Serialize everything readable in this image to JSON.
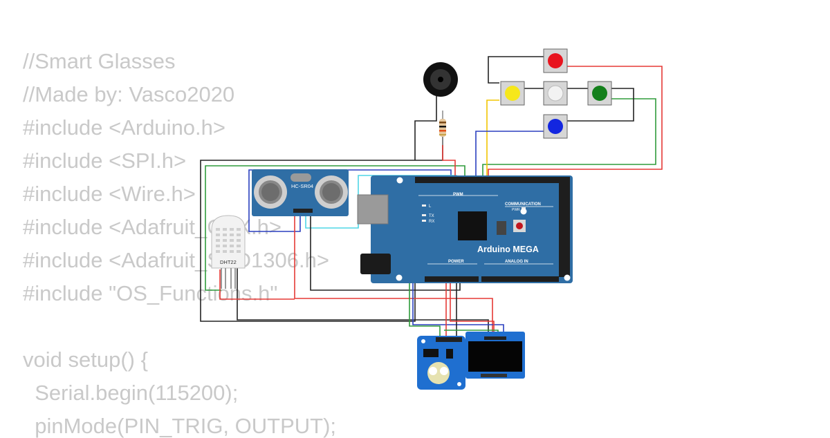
{
  "code_lines": [
    "//Smart Glasses",
    "//Made by: Vasco2020",
    "#include <Arduino.h>",
    "#include <SPI.h>",
    "#include <Wire.h>",
    "#include <Adafruit_GFX.h>",
    "#include <Adafruit_SSD1306.h>",
    "#include \"OS_Functions.h\"",
    "",
    "void setup() {",
    "  Serial.begin(115200);",
    "  pinMode(PIN_TRIG, OUTPUT);"
  ],
  "components": {
    "sensor_label": "HC-SR04",
    "dht_label": "DHT22",
    "arduino_label": "Arduino MEGA",
    "pwm_label": "PWM",
    "communication_label": "COMMUNICATION",
    "power_label": "POWER",
    "analog_label": "ANALOG IN",
    "pwr_label": "PWR",
    "led_l": "L",
    "led_tx": "TX",
    "led_rx": "RX"
  },
  "colors": {
    "code_text": "#c9c9c9",
    "board": "#2f6ea5",
    "wire_red": "#e53935",
    "wire_green": "#2e9b3a",
    "wire_blue": "#2a3fbf",
    "wire_black": "#222222",
    "wire_cyan": "#4fd6e6",
    "wire_yellow": "#f2c500",
    "button_red": "#e8141e",
    "button_yellow": "#f6e71a",
    "button_white": "#f2f2f2",
    "button_green": "#14801c",
    "button_blue": "#1326e0"
  }
}
